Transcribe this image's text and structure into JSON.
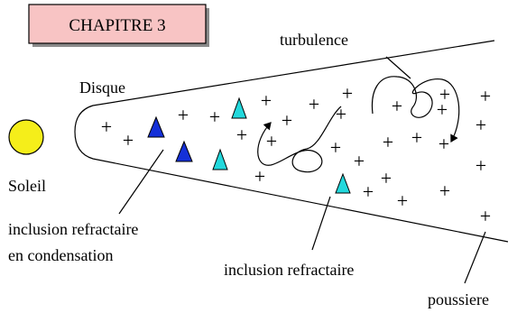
{
  "chapter_label": "CHAPITRE 3",
  "labels": {
    "disk": "Disque",
    "sun": "Soleil",
    "turbulence": "turbulence",
    "condensing_inclusion_line1": "inclusion refractaire",
    "condensing_inclusion_line2": "en condensation",
    "refractory_inclusion": "inclusion refractaire",
    "dust": "poussiere"
  },
  "colors": {
    "chapter_box_fill": "#f8c4c4",
    "sun_fill": "#f5ee1a",
    "inclusion_condensing": "#1430d8",
    "inclusion_refractory": "#22d8dc"
  },
  "dust_symbol": "+"
}
